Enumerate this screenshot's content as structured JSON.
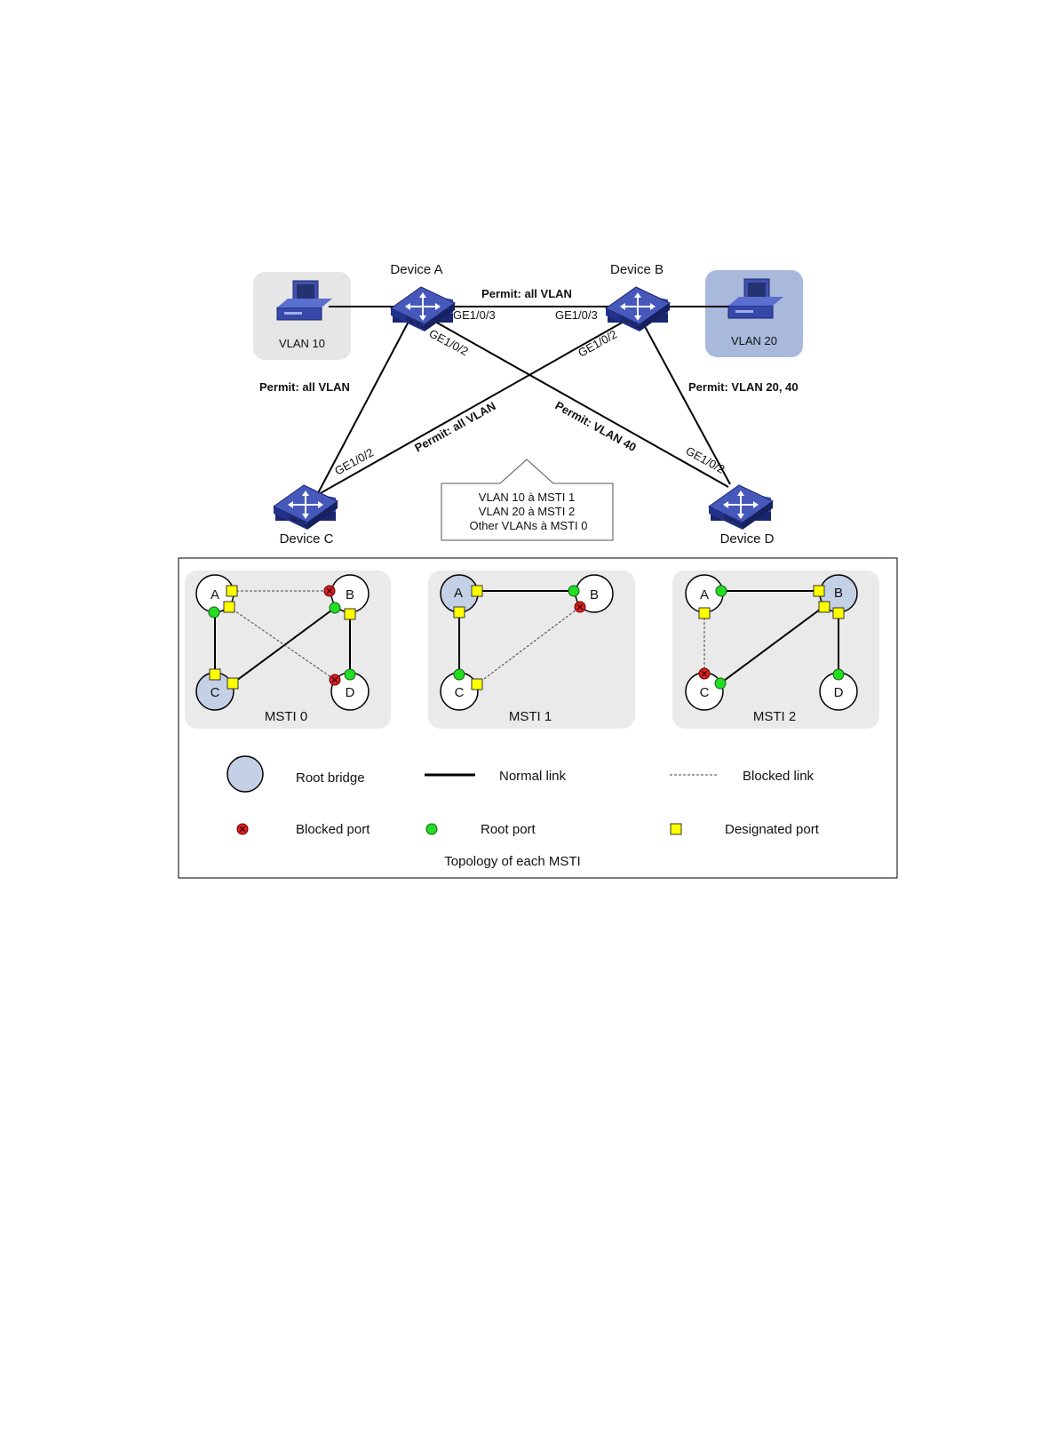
{
  "network": {
    "devices": {
      "a": "Device A",
      "b": "Device B",
      "c": "Device C",
      "d": "Device D"
    },
    "hosts": {
      "left": "VLAN 10",
      "right": "VLAN 20"
    },
    "ports": {
      "a_ge103": "GE1/0/3",
      "b_ge103": "GE1/0/3",
      "a_ge102": "GE1/0/2",
      "b_ge102": "GE1/0/2",
      "c_ge102": "GE1/0/2",
      "d_ge102": "GE1/0/2"
    },
    "permits": {
      "ab": "Permit: all VLAN",
      "ac": "Permit: all VLAN",
      "bc": "Permit: all VLAN",
      "ad": "Permit: VLAN 40",
      "bd": "Permit: VLAN 20, 40"
    },
    "switch_badge": "SWITCH",
    "mapping": [
      "VLAN 10 à MSTI 1",
      "VLAN 20 à MSTI 2",
      "Other VLANs à MSTI 0"
    ]
  },
  "msti": {
    "node_labels": [
      "A",
      "B",
      "C",
      "D"
    ],
    "panels": [
      {
        "title": "MSTI 0"
      },
      {
        "title": "MSTI 1"
      },
      {
        "title": "MSTI 2"
      }
    ],
    "caption": "Topology of each MSTI"
  },
  "legend": {
    "root_bridge": "Root bridge",
    "normal_link": "Normal link",
    "blocked_link": "Blocked link",
    "blocked_port": "Blocked port",
    "root_port": "Root port",
    "designated_port": "Designated port"
  },
  "colors": {
    "root_bridge": "#c4d0e6",
    "root_port": "#22dd22",
    "designated_port": "#ffff00",
    "blocked_port": "#dd2222",
    "host_left_bg": "#e6e6e6",
    "host_right_bg": "#a9b9dc",
    "switch": "#2f3f9e",
    "panel_bg": "#eaeaea"
  },
  "icons": {
    "switch": "network-switch-icon",
    "host": "desktop-computer-icon",
    "blocked_port": "red-x-circle-icon",
    "root_port": "green-dot-icon",
    "designated_port": "yellow-square-icon"
  }
}
